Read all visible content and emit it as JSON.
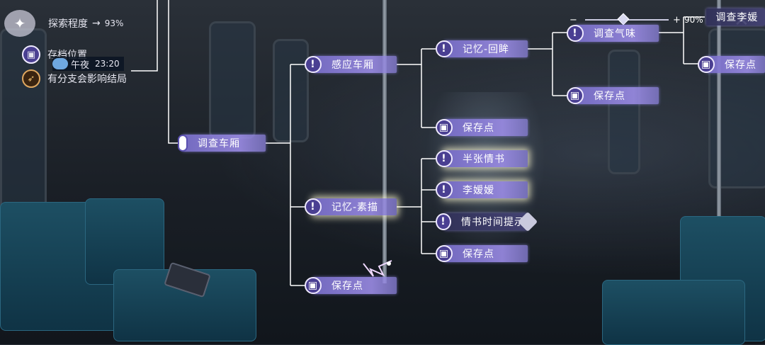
{
  "hud": {
    "progress_label": "探索程度",
    "progress_arrow": "→",
    "progress_value": "93%",
    "save_label": "存档位置",
    "time_period": "午夜",
    "time_value": "23:20",
    "branch_note": "有分支会影响结局"
  },
  "zoom": {
    "minus": "−",
    "plus": "+",
    "value": "90%",
    "level": 0.45
  },
  "tree": {
    "root": "调查车厢",
    "sense_car": "感应车厢",
    "memory_look_back": "记忆-回眸",
    "investigate_smell": "调查气味",
    "save_a": "保存点",
    "save_b": "保存点",
    "investigate_li": "调查李媛",
    "save_c": "保存点",
    "memory_sketch": "记忆-素描",
    "half_letter": "半张情书",
    "li_aiai": "李嫒嫒",
    "letter_time_hint": "情书时间提示",
    "save_d": "保存点",
    "save_e": "保存点"
  },
  "icons": {
    "info": "!",
    "save": "save-icon"
  }
}
